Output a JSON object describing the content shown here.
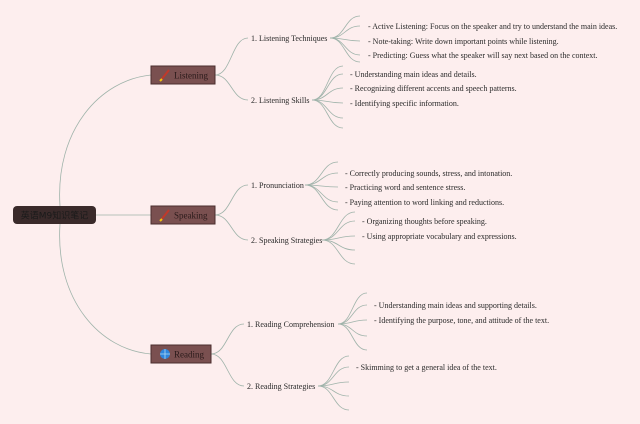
{
  "root": {
    "label": "英语M9知识笔记"
  },
  "branches": [
    {
      "label": "Listening",
      "icon": "pencil-icon",
      "subs": [
        {
          "label": "1. Listening Techniques",
          "leaves": [
            "- Active Listening: Focus on the speaker and try to understand the main ideas.",
            "- Note-taking: Write down important points while listening.",
            "- Predicting: Guess what the speaker will say next based on the context."
          ]
        },
        {
          "label": "2. Listening Skills",
          "leaves": [
            "- Understanding main ideas and details.",
            "- Recognizing different accents and speech patterns.",
            "- Identifying specific information."
          ]
        }
      ]
    },
    {
      "label": "Speaking",
      "icon": "pencil-icon",
      "subs": [
        {
          "label": "1. Pronunciation",
          "leaves": [
            "- Correctly producing sounds, stress, and intonation.",
            "- Practicing word and sentence stress.",
            "- Paying attention to word linking and reductions."
          ]
        },
        {
          "label": "2. Speaking Strategies",
          "leaves": [
            "- Organizing thoughts before speaking.",
            "- Using appropriate vocabulary and expressions."
          ]
        }
      ]
    },
    {
      "label": "Reading",
      "icon": "globe-icon",
      "subs": [
        {
          "label": "1. Reading Comprehension",
          "leaves": [
            "- Understanding main ideas and supporting details.",
            "- Identifying the purpose, tone, and attitude of the text."
          ]
        },
        {
          "label": "2. Reading Strategies",
          "leaves": [
            "- Skimming to get a general idea of the text."
          ]
        }
      ]
    }
  ],
  "colors": {
    "background": "#fdeeee",
    "root_fill": "#3a2a2a",
    "branch_fill": "#7a5050",
    "branch_border": "#4a2e2e",
    "connector": "#9fb3aa",
    "pencil_icon": "#c0392b",
    "globe_icon": "#2e86de"
  }
}
